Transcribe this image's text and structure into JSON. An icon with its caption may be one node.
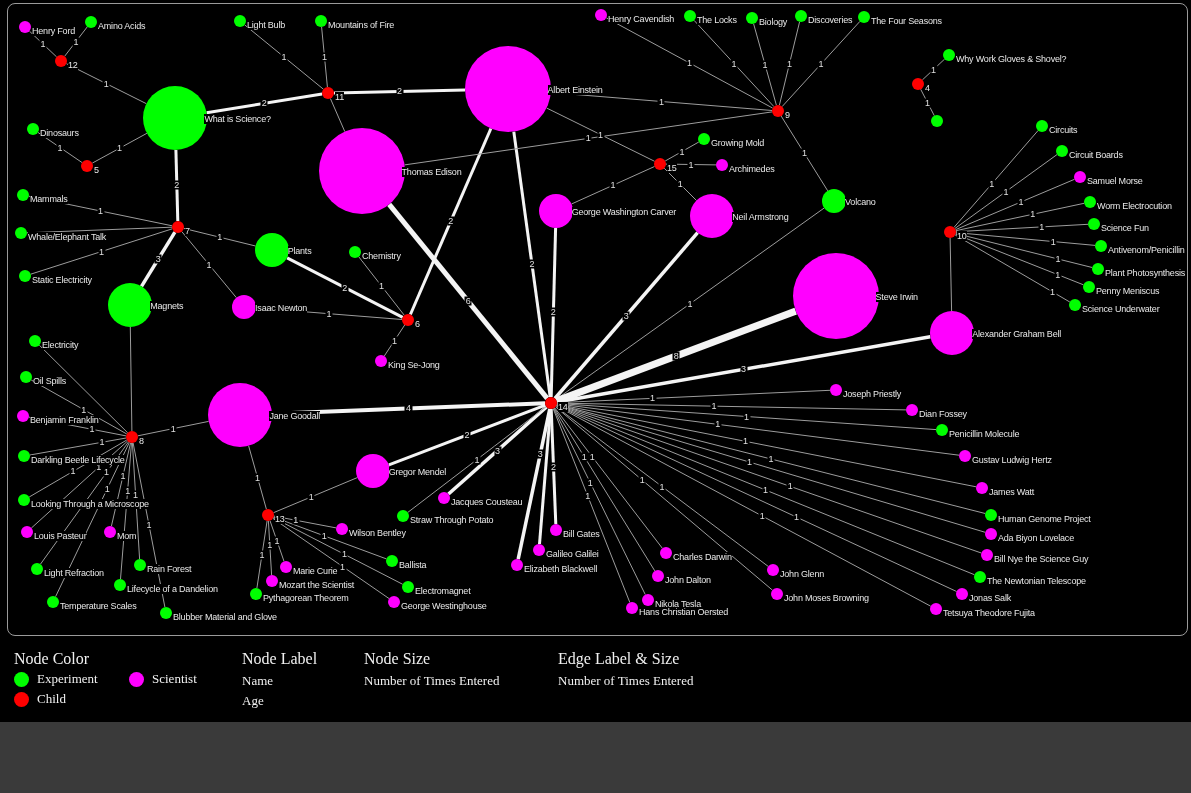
{
  "diagram": {
    "nodes": [
      {
        "text": [],
        "shape": "circle",
        "beside": [
          "12"
        ]
      },
      {
        "text": [],
        "shape": "circle",
        "beside": [
          "5"
        ]
      },
      {
        "text": [],
        "shape": "circle",
        "beside": [
          "11"
        ]
      },
      {
        "text": [],
        "shape": "circle",
        "beside": [
          "7"
        ]
      },
      {
        "text": [],
        "shape": "circle",
        "beside": [
          "6"
        ]
      },
      {
        "text": [],
        "shape": "circle",
        "beside": [
          "8"
        ]
      },
      {
        "text": [],
        "shape": "circle",
        "beside": [
          "13"
        ]
      },
      {
        "text": [],
        "shape": "circle",
        "beside": [
          "14"
        ]
      },
      {
        "text": [],
        "shape": "circle",
        "beside": [
          "15"
        ]
      },
      {
        "text": [],
        "shape": "circle",
        "beside": [
          "9"
        ]
      },
      {
        "text": [],
        "shape": "circle",
        "beside": [
          "4"
        ]
      },
      {
        "text": [],
        "shape": "circle",
        "beside": [
          "10"
        ]
      },
      {
        "text": [],
        "shape": "circle",
        "beside": [
          "Henry Ford"
        ]
      },
      {
        "text": [],
        "shape": "circle",
        "beside": [
          "Amino Acids"
        ]
      },
      {
        "text": [],
        "shape": "circle",
        "beside": [
          "Light Bulb"
        ]
      },
      {
        "text": [],
        "shape": "circle",
        "beside": [
          "Mountains of Fire"
        ]
      },
      {
        "text": [],
        "shape": "circle",
        "beside": [
          "What is Science?"
        ]
      },
      {
        "text": [],
        "shape": "circle",
        "beside": [
          "Dinosaurs"
        ]
      },
      {
        "text": [],
        "shape": "circle",
        "beside": [
          "Mammals"
        ]
      },
      {
        "text": [],
        "shape": "circle",
        "beside": [
          "Whale/Elephant Talk"
        ]
      },
      {
        "text": [],
        "shape": "circle",
        "beside": [
          "Static Electricity"
        ]
      },
      {
        "text": [],
        "shape": "circle",
        "beside": [
          "Plants"
        ]
      },
      {
        "text": [],
        "shape": "circle",
        "beside": [
          "Magnets"
        ]
      },
      {
        "text": [],
        "shape": "circle",
        "beside": [
          "Isaac Newton"
        ]
      },
      {
        "text": [],
        "shape": "circle",
        "beside": [
          "Chemistry"
        ]
      },
      {
        "text": [],
        "shape": "circle",
        "beside": [
          "King Se-Jong"
        ]
      },
      {
        "text": [],
        "shape": "circle",
        "beside": [
          "Thomas Edison"
        ]
      },
      {
        "text": [],
        "shape": "circle",
        "beside": [
          "Albert Einstein"
        ]
      },
      {
        "text": [],
        "shape": "circle",
        "beside": [
          "Henry Cavendish"
        ]
      },
      {
        "text": [],
        "shape": "circle",
        "beside": [
          "The Locks"
        ]
      },
      {
        "text": [],
        "shape": "circle",
        "beside": [
          "Biology"
        ]
      },
      {
        "text": [],
        "shape": "circle",
        "beside": [
          "Discoveries"
        ]
      },
      {
        "text": [],
        "shape": "circle",
        "beside": [
          "The Four Seasons"
        ]
      },
      {
        "text": [],
        "shape": "circle",
        "beside": [
          "Why Work Gloves & Shovel?"
        ]
      },
      {
        "text": [],
        "shape": "circle"
      },
      {
        "text": [],
        "shape": "circle",
        "beside": [
          "Growing Mold"
        ]
      },
      {
        "text": [],
        "shape": "circle",
        "beside": [
          "Archimedes"
        ]
      },
      {
        "text": [],
        "shape": "circle",
        "beside": [
          "George Washington Carver"
        ]
      },
      {
        "text": [],
        "shape": "circle",
        "beside": [
          "Neil Armstrong"
        ]
      },
      {
        "text": [],
        "shape": "circle",
        "beside": [
          "Volcano"
        ]
      },
      {
        "text": [],
        "shape": "circle",
        "beside": [
          "Circuits"
        ]
      },
      {
        "text": [],
        "shape": "circle",
        "beside": [
          "Circuit Boards"
        ]
      },
      {
        "text": [],
        "shape": "circle",
        "beside": [
          "Samuel Morse"
        ]
      },
      {
        "text": [],
        "shape": "circle",
        "beside": [
          "Worm Electrocution"
        ]
      },
      {
        "text": [],
        "shape": "circle",
        "beside": [
          "Science Fun"
        ]
      },
      {
        "text": [],
        "shape": "circle",
        "beside": [
          "Antivenom/Penicillin"
        ]
      },
      {
        "text": [],
        "shape": "circle",
        "beside": [
          "Plant Photosynthesis"
        ]
      },
      {
        "text": [],
        "shape": "circle",
        "beside": [
          "Penny Meniscus"
        ]
      },
      {
        "text": [],
        "shape": "circle",
        "beside": [
          "Science Underwater"
        ]
      },
      {
        "text": [],
        "shape": "circle",
        "beside": [
          "Steve Irwin"
        ]
      },
      {
        "text": [],
        "shape": "circle",
        "beside": [
          "Alexander Graham Bell"
        ]
      },
      {
        "text": [],
        "shape": "circle",
        "beside": [
          "Electricity"
        ]
      },
      {
        "text": [],
        "shape": "circle",
        "beside": [
          "Oil Spills"
        ]
      },
      {
        "text": [],
        "shape": "circle",
        "beside": [
          "Benjamin Franklin"
        ]
      },
      {
        "text": [],
        "shape": "circle",
        "beside": [
          "Darkling Beetle Lifecycle"
        ]
      },
      {
        "text": [],
        "shape": "circle",
        "beside": [
          "Looking Through a Microscope"
        ]
      },
      {
        "text": [],
        "shape": "circle",
        "beside": [
          "Louis Pasteur"
        ]
      },
      {
        "text": [],
        "shape": "circle",
        "beside": [
          "Mom"
        ]
      },
      {
        "text": [],
        "shape": "circle",
        "beside": [
          "Light Refraction"
        ]
      },
      {
        "text": [],
        "shape": "circle",
        "beside": [
          "Rain Forest"
        ]
      },
      {
        "text": [],
        "shape": "circle",
        "beside": [
          "Lifecycle of a Dandelion"
        ]
      },
      {
        "text": [],
        "shape": "circle",
        "beside": [
          "Temperature Scales"
        ]
      },
      {
        "text": [],
        "shape": "circle",
        "beside": [
          "Blubber Material and Glove"
        ]
      },
      {
        "text": [],
        "shape": "circle",
        "beside": [
          "Jane Goodall"
        ]
      },
      {
        "text": [],
        "shape": "circle",
        "beside": [
          "Gregor Mendel"
        ]
      },
      {
        "text": [],
        "shape": "circle",
        "beside": [
          "Jacques Cousteau"
        ]
      },
      {
        "text": [],
        "shape": "circle",
        "beside": [
          "Straw Through Potato"
        ]
      },
      {
        "text": [],
        "shape": "circle",
        "beside": [
          "Wilson Bentley"
        ]
      },
      {
        "text": [],
        "shape": "circle",
        "beside": [
          "Ballista"
        ]
      },
      {
        "text": [],
        "shape": "circle",
        "beside": [
          "Marie Curie"
        ]
      },
      {
        "text": [],
        "shape": "circle",
        "beside": [
          "Mozart the Scientist"
        ]
      },
      {
        "text": [],
        "shape": "circle",
        "beside": [
          "Electromagnet"
        ]
      },
      {
        "text": [],
        "shape": "circle",
        "beside": [
          "Pythagorean Theorem"
        ]
      },
      {
        "text": [],
        "shape": "circle",
        "beside": [
          "George Westinghouse"
        ]
      },
      {
        "text": [],
        "shape": "circle",
        "beside": [
          "Bill Gates"
        ]
      },
      {
        "text": [],
        "shape": "circle",
        "beside": [
          "Galileo Galilei"
        ]
      },
      {
        "text": [],
        "shape": "circle",
        "beside": [
          "Elizabeth Blackwell"
        ]
      },
      {
        "text": [],
        "shape": "circle",
        "beside": [
          "Charles Darwin"
        ]
      },
      {
        "text": [],
        "shape": "circle",
        "beside": [
          "John Dalton"
        ]
      },
      {
        "text": [],
        "shape": "circle",
        "beside": [
          "Nikola Tesla"
        ]
      },
      {
        "text": [],
        "shape": "circle",
        "beside": [
          "Hans Christian Oersted"
        ]
      },
      {
        "text": [],
        "shape": "circle",
        "beside": [
          "John Glenn"
        ]
      },
      {
        "text": [],
        "shape": "circle",
        "beside": [
          "John Moses Browning"
        ]
      },
      {
        "text": [],
        "shape": "circle",
        "beside": [
          "Joseph Priestly"
        ]
      },
      {
        "text": [],
        "shape": "circle",
        "beside": [
          "Dian Fossey"
        ]
      },
      {
        "text": [],
        "shape": "circle",
        "beside": [
          "Penicillin Molecule"
        ]
      },
      {
        "text": [],
        "shape": "circle",
        "beside": [
          "Gustav Ludwig Hertz"
        ]
      },
      {
        "text": [],
        "shape": "circle",
        "beside": [
          "James Watt"
        ]
      },
      {
        "text": [],
        "shape": "circle",
        "beside": [
          "Human Genome Project"
        ]
      },
      {
        "text": [],
        "shape": "circle",
        "beside": [
          "Ada Biyon Lovelace"
        ]
      },
      {
        "text": [],
        "shape": "circle",
        "beside": [
          "Bill Nye the Science Guy"
        ]
      },
      {
        "text": [],
        "shape": "circle",
        "beside": [
          "The Newtonian Telescope"
        ]
      },
      {
        "text": [],
        "shape": "circle",
        "beside": [
          "Jonas Salk"
        ]
      },
      {
        "text": [],
        "shape": "circle",
        "beside": [
          "Tetsuya Theodore Fujita"
        ]
      }
    ],
    "edges": [
      {
        "from": 0,
        "to": 12,
        "arrow": "none",
        "label": "1"
      },
      {
        "from": 0,
        "to": 13,
        "arrow": "none",
        "label": "1"
      },
      {
        "from": 0,
        "to": 16,
        "arrow": "none",
        "label": "1"
      },
      {
        "from": 1,
        "to": 17,
        "arrow": "none",
        "label": "1"
      },
      {
        "from": 1,
        "to": 16,
        "arrow": "none",
        "label": "1"
      },
      {
        "from": 2,
        "to": 14,
        "arrow": "none",
        "label": "1"
      },
      {
        "from": 2,
        "to": 15,
        "arrow": "none",
        "label": "1"
      },
      {
        "from": 2,
        "to": 16,
        "arrow": "none",
        "label": "2",
        "style": "thick"
      },
      {
        "from": 2,
        "to": 27,
        "arrow": "none",
        "label": "2",
        "style": "thick"
      },
      {
        "from": 2,
        "to": 26,
        "arrow": "none"
      },
      {
        "from": 3,
        "to": 16,
        "arrow": "none",
        "label": "2",
        "style": "thick"
      },
      {
        "from": 3,
        "to": 18,
        "arrow": "none",
        "label": "1"
      },
      {
        "from": 3,
        "to": 19,
        "arrow": "none"
      },
      {
        "from": 3,
        "to": 20,
        "arrow": "none",
        "label": "1"
      },
      {
        "from": 3,
        "to": 21,
        "arrow": "none",
        "label": "1"
      },
      {
        "from": 3,
        "to": 23,
        "arrow": "none",
        "label": "1"
      },
      {
        "from": 3,
        "to": 22,
        "arrow": "none",
        "label": "3",
        "style": "thick"
      },
      {
        "from": 4,
        "to": 21,
        "arrow": "none",
        "label": "2",
        "style": "thick"
      },
      {
        "from": 4,
        "to": 24,
        "arrow": "none",
        "label": "1"
      },
      {
        "from": 4,
        "to": 23,
        "arrow": "none",
        "label": "1"
      },
      {
        "from": 4,
        "to": 25,
        "arrow": "none",
        "label": "1"
      },
      {
        "from": 4,
        "to": 27,
        "arrow": "none",
        "label": "2",
        "style": "thick"
      },
      {
        "from": 5,
        "to": 22,
        "arrow": "none"
      },
      {
        "from": 5,
        "to": 51,
        "arrow": "none"
      },
      {
        "from": 5,
        "to": 52,
        "arrow": "none",
        "label": "1"
      },
      {
        "from": 5,
        "to": 53,
        "arrow": "none",
        "label": "1"
      },
      {
        "from": 5,
        "to": 54,
        "arrow": "none",
        "label": "1"
      },
      {
        "from": 5,
        "to": 55,
        "arrow": "none",
        "label": "1"
      },
      {
        "from": 5,
        "to": 56,
        "arrow": "none",
        "label": "1"
      },
      {
        "from": 5,
        "to": 57,
        "arrow": "none",
        "label": "1"
      },
      {
        "from": 5,
        "to": 58,
        "arrow": "none",
        "label": "1"
      },
      {
        "from": 5,
        "to": 59,
        "arrow": "none",
        "label": "1"
      },
      {
        "from": 5,
        "to": 60,
        "arrow": "none",
        "label": "1"
      },
      {
        "from": 5,
        "to": 61,
        "arrow": "none",
        "label": "1"
      },
      {
        "from": 5,
        "to": 62,
        "arrow": "none",
        "label": "1"
      },
      {
        "from": 5,
        "to": 63,
        "arrow": "none",
        "label": "1"
      },
      {
        "from": 6,
        "to": 63,
        "arrow": "none",
        "label": "1"
      },
      {
        "from": 6,
        "to": 64,
        "arrow": "none",
        "label": "1"
      },
      {
        "from": 6,
        "to": 67,
        "arrow": "none",
        "label": "1"
      },
      {
        "from": 6,
        "to": 68,
        "arrow": "none",
        "label": "1"
      },
      {
        "from": 6,
        "to": 71,
        "arrow": "none",
        "label": "1"
      },
      {
        "from": 6,
        "to": 73,
        "arrow": "none",
        "label": "1"
      },
      {
        "from": 6,
        "to": 69,
        "arrow": "none",
        "label": "1"
      },
      {
        "from": 6,
        "to": 70,
        "arrow": "none",
        "label": "1"
      },
      {
        "from": 6,
        "to": 72,
        "arrow": "none",
        "label": "1"
      },
      {
        "from": 7,
        "to": 26,
        "arrow": "none",
        "label": "6",
        "style": "thick"
      },
      {
        "from": 7,
        "to": 27,
        "arrow": "none",
        "label": "2",
        "style": "thick"
      },
      {
        "from": 7,
        "to": 37,
        "arrow": "none",
        "label": "2",
        "style": "thick"
      },
      {
        "from": 7,
        "to": 38,
        "arrow": "none",
        "label": "3",
        "style": "thick"
      },
      {
        "from": 7,
        "to": 39,
        "arrow": "none",
        "label": "1"
      },
      {
        "from": 7,
        "to": 49,
        "arrow": "none",
        "label": "8",
        "style": "thick"
      },
      {
        "from": 7,
        "to": 50,
        "arrow": "none",
        "label": "3",
        "style": "thick"
      },
      {
        "from": 7,
        "to": 63,
        "arrow": "none",
        "label": "4",
        "style": "thick"
      },
      {
        "from": 7,
        "to": 64,
        "arrow": "none",
        "label": "2",
        "style": "thick"
      },
      {
        "from": 7,
        "to": 65,
        "arrow": "none",
        "label": "3",
        "style": "thick"
      },
      {
        "from": 7,
        "to": 66,
        "arrow": "none",
        "label": "1"
      },
      {
        "from": 7,
        "to": 74,
        "arrow": "none",
        "label": "2",
        "style": "thick"
      },
      {
        "from": 7,
        "to": 75,
        "arrow": "none",
        "style": "thick"
      },
      {
        "from": 7,
        "to": 76,
        "arrow": "none",
        "label": "3",
        "style": "thick"
      },
      {
        "from": 7,
        "to": 77,
        "arrow": "none",
        "label": "1"
      },
      {
        "from": 7,
        "to": 78,
        "arrow": "none",
        "label": "1"
      },
      {
        "from": 7,
        "to": 79,
        "arrow": "none",
        "label": "1"
      },
      {
        "from": 7,
        "to": 80,
        "arrow": "none",
        "label": "1"
      },
      {
        "from": 7,
        "to": 81,
        "arrow": "none",
        "label": "1"
      },
      {
        "from": 7,
        "to": 82,
        "arrow": "none",
        "label": "1"
      },
      {
        "from": 7,
        "to": 83,
        "arrow": "none",
        "label": "1"
      },
      {
        "from": 7,
        "to": 84,
        "arrow": "none",
        "label": "1"
      },
      {
        "from": 7,
        "to": 85,
        "arrow": "none",
        "label": "1"
      },
      {
        "from": 7,
        "to": 86,
        "arrow": "none",
        "label": "1"
      },
      {
        "from": 7,
        "to": 87,
        "arrow": "none",
        "label": "1"
      },
      {
        "from": 7,
        "to": 88,
        "arrow": "none",
        "label": "1"
      },
      {
        "from": 7,
        "to": 89,
        "arrow": "none",
        "label": "1"
      },
      {
        "from": 7,
        "to": 90,
        "arrow": "none",
        "label": "1"
      },
      {
        "from": 7,
        "to": 91,
        "arrow": "none",
        "label": "1"
      },
      {
        "from": 7,
        "to": 92,
        "arrow": "none",
        "label": "1"
      },
      {
        "from": 7,
        "to": 93,
        "arrow": "none",
        "label": "1"
      },
      {
        "from": 8,
        "to": 27,
        "arrow": "none",
        "label": "1"
      },
      {
        "from": 8,
        "to": 35,
        "arrow": "none",
        "label": "1"
      },
      {
        "from": 8,
        "to": 36,
        "arrow": "none",
        "label": "1"
      },
      {
        "from": 8,
        "to": 37,
        "arrow": "none",
        "label": "1"
      },
      {
        "from": 8,
        "to": 38,
        "arrow": "none",
        "label": "1"
      },
      {
        "from": 9,
        "to": 28,
        "arrow": "none",
        "label": "1"
      },
      {
        "from": 9,
        "to": 29,
        "arrow": "none",
        "label": "1"
      },
      {
        "from": 9,
        "to": 30,
        "arrow": "none",
        "label": "1"
      },
      {
        "from": 9,
        "to": 31,
        "arrow": "none",
        "label": "1"
      },
      {
        "from": 9,
        "to": 32,
        "arrow": "none",
        "label": "1"
      },
      {
        "from": 9,
        "to": 27,
        "arrow": "none",
        "label": "1"
      },
      {
        "from": 9,
        "to": 39,
        "arrow": "none",
        "label": "1"
      },
      {
        "from": 9,
        "to": 26,
        "arrow": "none",
        "label": "1"
      },
      {
        "from": 10,
        "to": 33,
        "arrow": "none",
        "label": "1"
      },
      {
        "from": 10,
        "to": 34,
        "arrow": "none",
        "label": "1"
      },
      {
        "from": 11,
        "to": 40,
        "arrow": "none",
        "label": "1"
      },
      {
        "from": 11,
        "to": 41,
        "arrow": "none",
        "label": "1"
      },
      {
        "from": 11,
        "to": 42,
        "arrow": "none",
        "label": "1"
      },
      {
        "from": 11,
        "to": 43,
        "arrow": "none",
        "label": "1"
      },
      {
        "from": 11,
        "to": 44,
        "arrow": "none",
        "label": "1"
      },
      {
        "from": 11,
        "to": 45,
        "arrow": "none",
        "label": "1"
      },
      {
        "from": 11,
        "to": 46,
        "arrow": "none",
        "label": "1"
      },
      {
        "from": 11,
        "to": 47,
        "arrow": "none",
        "label": "1"
      },
      {
        "from": 11,
        "to": 48,
        "arrow": "none",
        "label": "1"
      },
      {
        "from": 11,
        "to": 50,
        "arrow": "none"
      }
    ],
    "labels": [
      "Node Color",
      "Node Label",
      "Node Size",
      "Edge Label & Size",
      "Name",
      "Number of Times Entered",
      "Number of Times Entered",
      "Age"
    ],
    "legend": [
      {
        "text": "Experiment",
        "color": "#00ff00"
      },
      {
        "text": "Scientist",
        "color": "#ff00ff"
      },
      {
        "text": "Child",
        "color": "#ff0000"
      }
    ]
  }
}
